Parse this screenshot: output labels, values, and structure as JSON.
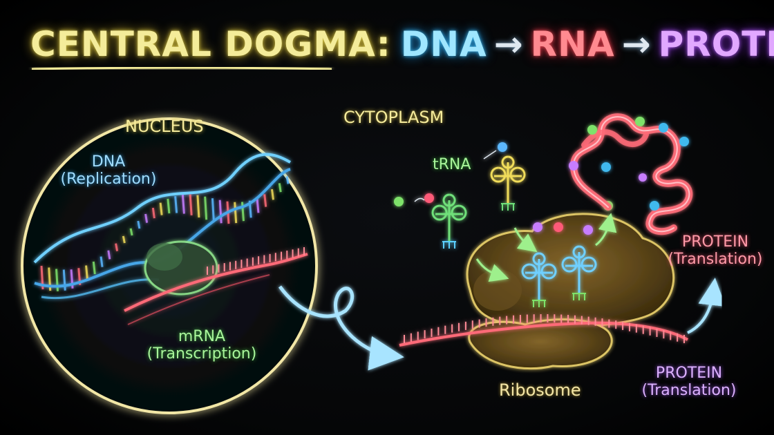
{
  "title": {
    "prefix": "CENTRAL DOGMA:",
    "dna": "DNA",
    "arrow": "→",
    "rna": "RNA",
    "protein": "PROTEIN"
  },
  "labels": {
    "nucleus": "NUCLEUS",
    "cytoplasm": "CYTOPLASM",
    "dna_name": "DNA",
    "dna_process": "(Replication)",
    "mrna_name": "mRNA",
    "mrna_process": "(Transcription)",
    "trna": "tRNA",
    "ribosome": "Ribosome",
    "protein_red_name": "PROTEIN",
    "protein_red_process": "(Translation)",
    "protein_violet_name": "PROTEIN",
    "protein_violet_process": "(Translation)"
  },
  "colors": {
    "title_yellow": "#f4ec9a",
    "dna_cyan": "#4fc3f7",
    "rna_red": "#ff6b78",
    "protein_violet": "#c77dff",
    "trna_green": "#7ee26b",
    "ribosome_brown": "#6b5423",
    "nucleus_ring": "#f2e7a6"
  },
  "icons": [
    "dna-double-helix",
    "rna-polymerase",
    "mrna-strand",
    "trna-molecule",
    "ribosome",
    "protein-chain",
    "flow-arrow"
  ]
}
